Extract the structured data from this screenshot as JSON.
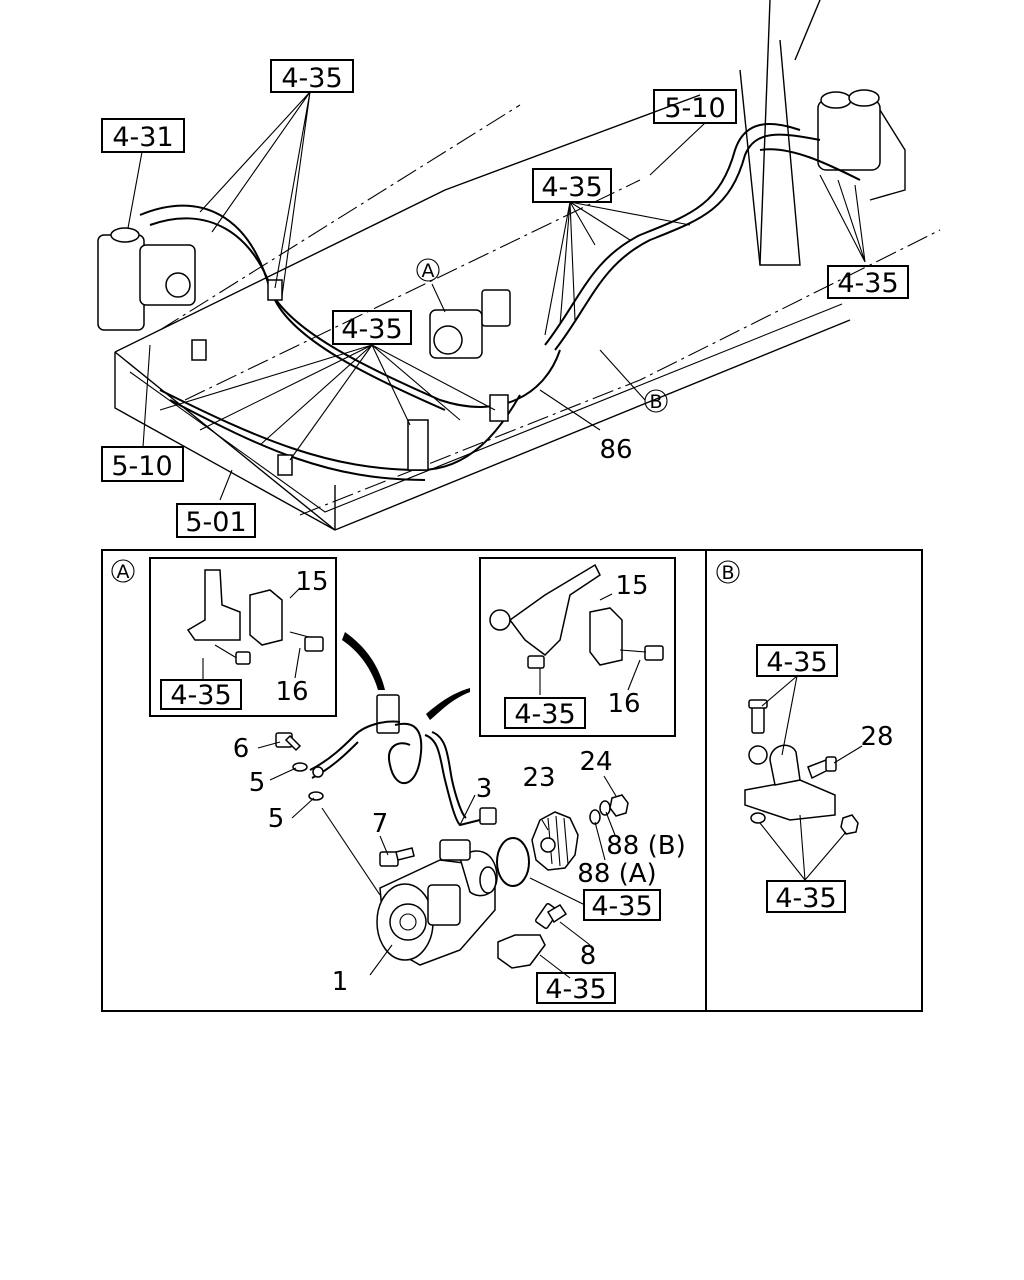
{
  "overview": {
    "refs": {
      "r1": "4-35",
      "r2": "4-31",
      "r3": "5-10",
      "r4": "4-35",
      "r5": "4-35",
      "r6": "4-35",
      "r7": "5-10",
      "r8": "5-01"
    },
    "callouts": {
      "a": "A",
      "b": "B"
    },
    "labels": {
      "p86": "86"
    }
  },
  "detail_a": {
    "title": "A",
    "inset_left": {
      "p15": "15",
      "p16": "16",
      "ref": "4-35"
    },
    "inset_right": {
      "p15": "15",
      "p16": "16",
      "ref": "4-35"
    },
    "labels": {
      "p6": "6",
      "p5a": "5",
      "p5b": "5",
      "p3": "3",
      "p7": "7",
      "p23": "23",
      "p24": "24",
      "p88b": "88 (B)",
      "p88a": "88 (A)",
      "p8": "8",
      "p1": "1"
    },
    "refs": {
      "r1": "4-35",
      "r2": "4-35"
    }
  },
  "detail_b": {
    "title": "B",
    "labels": {
      "p28": "28"
    },
    "refs": {
      "r1": "4-35",
      "r2": "4-35"
    }
  }
}
